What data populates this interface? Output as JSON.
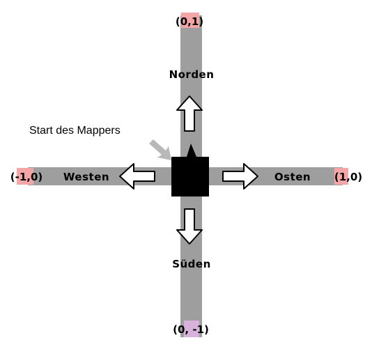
{
  "colors": {
    "road": "#9e9e9e",
    "highlight_positive": "#f4a6a6",
    "highlight_negative": "#d7b3dc",
    "marker": "#000000",
    "pointer": "#b8b8b8"
  },
  "directions": {
    "north": "Norden",
    "south": "Süden",
    "west": "Westen",
    "east": "Osten"
  },
  "coords": {
    "north": {
      "open": "(",
      "x": "0",
      "sep": ",",
      "y": "1",
      "close": ")"
    },
    "south": {
      "open": "(",
      "x": "0",
      "sep": ", ",
      "y": "-1",
      "close": ")"
    },
    "west": {
      "open": "(",
      "x": "-1",
      "sep": ",",
      "y": "0",
      "close": ")"
    },
    "east": {
      "open": "(",
      "x": "1",
      "sep": ",",
      "y": "0",
      "close": ")"
    }
  },
  "start_label": "Start des Mappers",
  "icons": {
    "north": "arrow-up-icon",
    "south": "arrow-down-icon",
    "west": "arrow-left-icon",
    "east": "arrow-right-icon",
    "marker": "mapper-start-marker",
    "pointer": "pointer-arrow-icon"
  }
}
